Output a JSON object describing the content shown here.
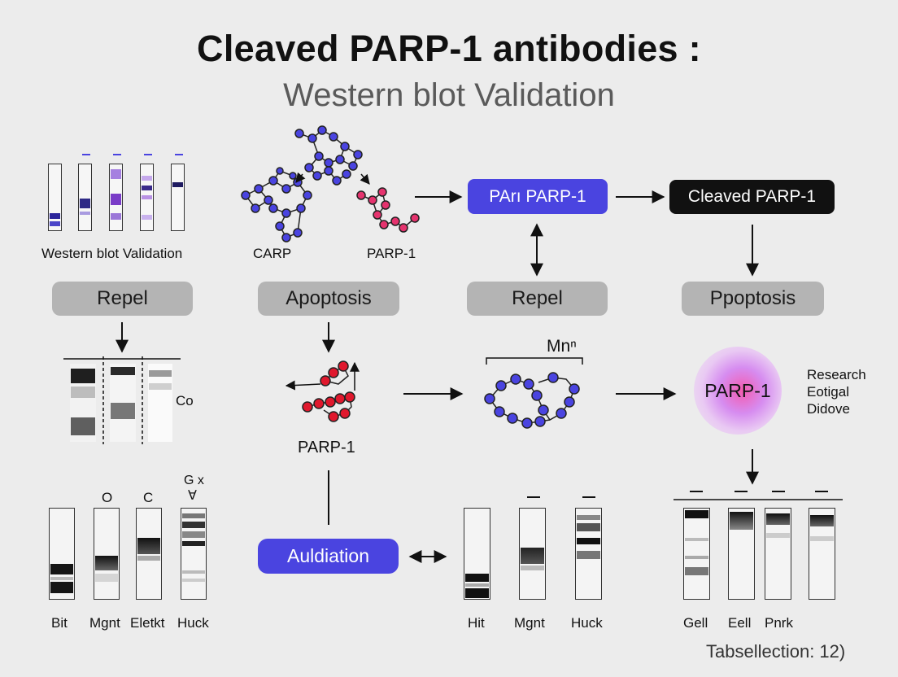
{
  "title": "Cleaved PARP-1 antibodies :",
  "subtitle": "Western blot Validation",
  "top_row": {
    "western_label": "Western blot Validation",
    "carp_label": "CARP",
    "parp1_label": "PARP-1",
    "parp_box": "PArı PARP-1",
    "cleaved_box": "Cleaved PARP-1"
  },
  "pills": [
    "Repel",
    "Apoptosis",
    "Repel",
    "Ppoptosis"
  ],
  "middle_row": {
    "co_label": "Co",
    "parp1_label": "PARP-1",
    "mn_label": "Mnⁿ",
    "circle_label": "PARP-1",
    "research_lines": [
      "Research",
      "Eotigal",
      "Didove"
    ]
  },
  "bottom_row": {
    "auldiation": "Auldiation",
    "top_marks": [
      "O",
      "C",
      "G x",
      "∀"
    ],
    "left_labels": [
      "Bit",
      "Mgnt",
      "Eletkt",
      "Huck"
    ],
    "mid_labels": [
      "Hit",
      "Mgnt",
      "Huck"
    ],
    "right_labels": [
      "Gell",
      "Eell",
      "Pnrk"
    ]
  },
  "footer": "Tabsellection: 12)",
  "colors": {
    "blue_box": "#4a44e0",
    "black_box": "#111111",
    "pill": "#b4b4b4",
    "node_blue": "#4a44e0",
    "node_red": "#e0182d",
    "node_pink": "#e5336e"
  }
}
